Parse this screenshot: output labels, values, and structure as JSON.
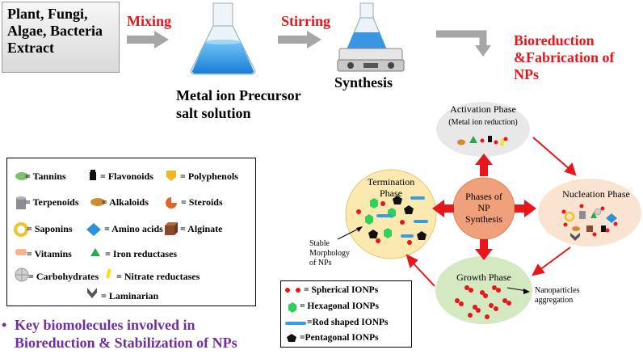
{
  "top_flow": {
    "extract": "Plant, Fungi, Algae, Bacteria Extract",
    "mixing": "Mixing",
    "precursor_line1": "Metal ion Precursor",
    "precursor_line2": "salt solution",
    "stirring": "Stirring",
    "synthesis": "Synthesis",
    "bioreduction_line1": "Bioreduction",
    "bioreduction_line2": "&Fabrication of",
    "bioreduction_line3": "NPs"
  },
  "legend": {
    "items": [
      {
        "label": "= Tannins",
        "icon": "tannins-leaf-icon"
      },
      {
        "label": "= Flavonoids",
        "icon": "flavonoids-icon"
      },
      {
        "label": "= Polyphenols",
        "icon": "polyphenols-icon"
      },
      {
        "label": "= Terpenoids",
        "icon": "terpenoids-cylinder-icon"
      },
      {
        "label": "= Alkaloids",
        "icon": "alkaloids-icon"
      },
      {
        "label": "= Steroids",
        "icon": "steroids-icon"
      },
      {
        "label": "= Saponins",
        "icon": "saponins-ring-icon"
      },
      {
        "label": "= Amino acids",
        "icon": "amino-acids-diamond-icon"
      },
      {
        "label": "= Alginate",
        "icon": "alginate-cube-icon"
      },
      {
        "label": "= Vitamins",
        "icon": "vitamins-icon"
      },
      {
        "label": "= Iron reductases",
        "icon": "iron-reductases-triangle-icon"
      },
      {
        "label": "= Carbohydrates",
        "icon": "carbohydrates-icon"
      },
      {
        "label": "= Nitrate reductases",
        "icon": "nitrate-reductases-icon"
      },
      {
        "label": "= Laminarian",
        "icon": "laminarian-chevron-icon"
      }
    ]
  },
  "key_note_line1": "Key biomolecules involved in",
  "key_note_line2": "Bioreduction & Stabilization of NPs",
  "phases": {
    "center_line1": "Phases of",
    "center_line2": "NP",
    "center_line3": "Synthesis",
    "activation_title": "Activation Phase",
    "activation_sub": "(Metal ion reduction)",
    "nucleation_title": "Nucleation Phase",
    "growth_title": "Growth Phase",
    "termination_line1": "Termination",
    "termination_line2": "Phase",
    "stable_line1": "Stable",
    "stable_line2": "Morphology",
    "stable_line3": "of NPs",
    "aggregation_line1": "Nanoparticles",
    "aggregation_line2": "aggregation"
  },
  "shape_legend": {
    "spherical": "= Spherical IONPs",
    "hexagonal": "= Hexagonal IONPs",
    "rod": "=Rod shaped IONPs",
    "pentagonal": "=Pentagonal IONPs"
  },
  "colors": {
    "red_accent": "#e8161b",
    "purple_text": "#7030a0",
    "arrow_gray": "#a6a6a6",
    "termination_fill": "#fbe9b0",
    "center_fill": "#f0a07a",
    "growth_fill": "#d4e8c2",
    "activation_fill": "#e8e8e8",
    "nucleation_fill": "#fbe3d2"
  }
}
